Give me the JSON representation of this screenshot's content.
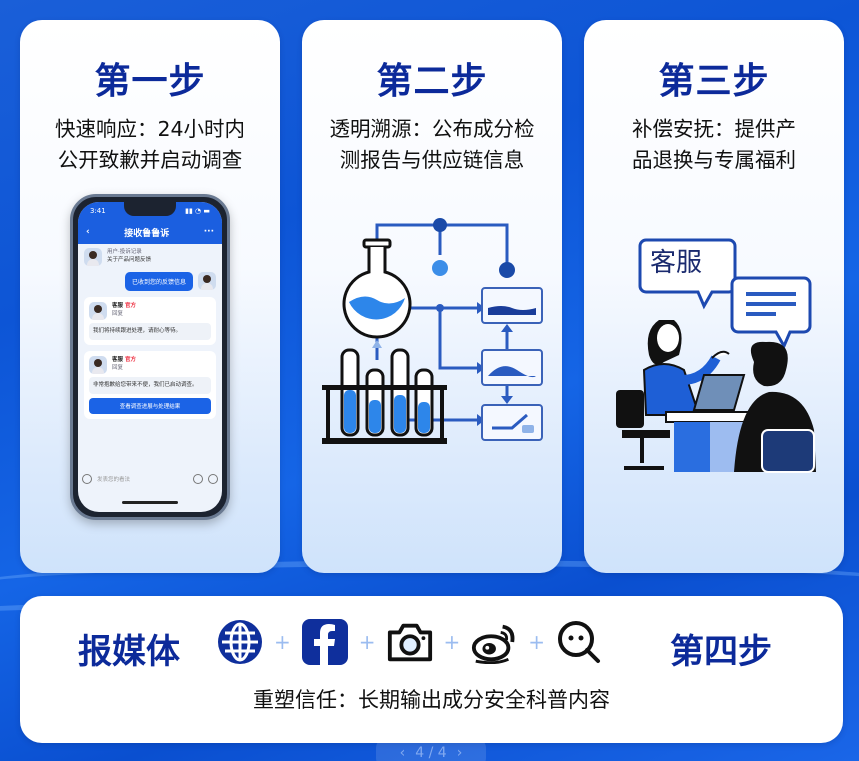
{
  "colors": {
    "background": "#1565e6",
    "title_blue": "#0c2a9a",
    "accent_blue": "#1b63e6",
    "plus_sign": "#9bbcf0"
  },
  "steps": [
    {
      "title": "第一步",
      "description": "快速响应：24小时内\n公开致歉并启动调查",
      "illustration": "smartphone-complaint-chat"
    },
    {
      "title": "第二步",
      "description": "透明溯源：公布成分检\n测报告与供应链信息",
      "illustration": "lab-flask-test-tubes-flowchart"
    },
    {
      "title": "第三步",
      "description": "补偿安抚：提供产\n品退换与专属福利",
      "illustration": "customer-service-desk",
      "speech_bubble_text": "客服"
    }
  ],
  "phone": {
    "status_time": "3:41",
    "nav_title": "接收鲁鲁诉",
    "back_icon": "chevron-left-icon",
    "more_icon": "more-dots-icon",
    "messages": [
      {
        "type": "incoming",
        "meta": "用户·投诉记录",
        "text": "关于产品问题反馈"
      },
      {
        "type": "outgoing",
        "text": "已收到您的反馈信息"
      },
      {
        "type": "panel",
        "name": "客服",
        "tag": "官方",
        "meta": "回复",
        "text": "我们将持续跟进处理，请耐心等待。"
      },
      {
        "type": "panel",
        "name": "客服",
        "tag": "官方",
        "meta": "回复",
        "text": "非常抱歉给您带来不便，我们已启动调查。",
        "button": "查看调查进展与处理结果"
      }
    ],
    "input_placeholder": "发表您的看法"
  },
  "media": {
    "label": "报媒体",
    "icons": [
      "globe-icon",
      "facebook-icon",
      "camera-icon",
      "weibo-icon",
      "search-chat-icon"
    ],
    "plus": "+"
  },
  "step4": {
    "title": "第四步",
    "description": "重塑信任：长期输出成分安全科普内容"
  },
  "pager": {
    "prev": "‹",
    "text": "4 / 4",
    "next": "›"
  }
}
